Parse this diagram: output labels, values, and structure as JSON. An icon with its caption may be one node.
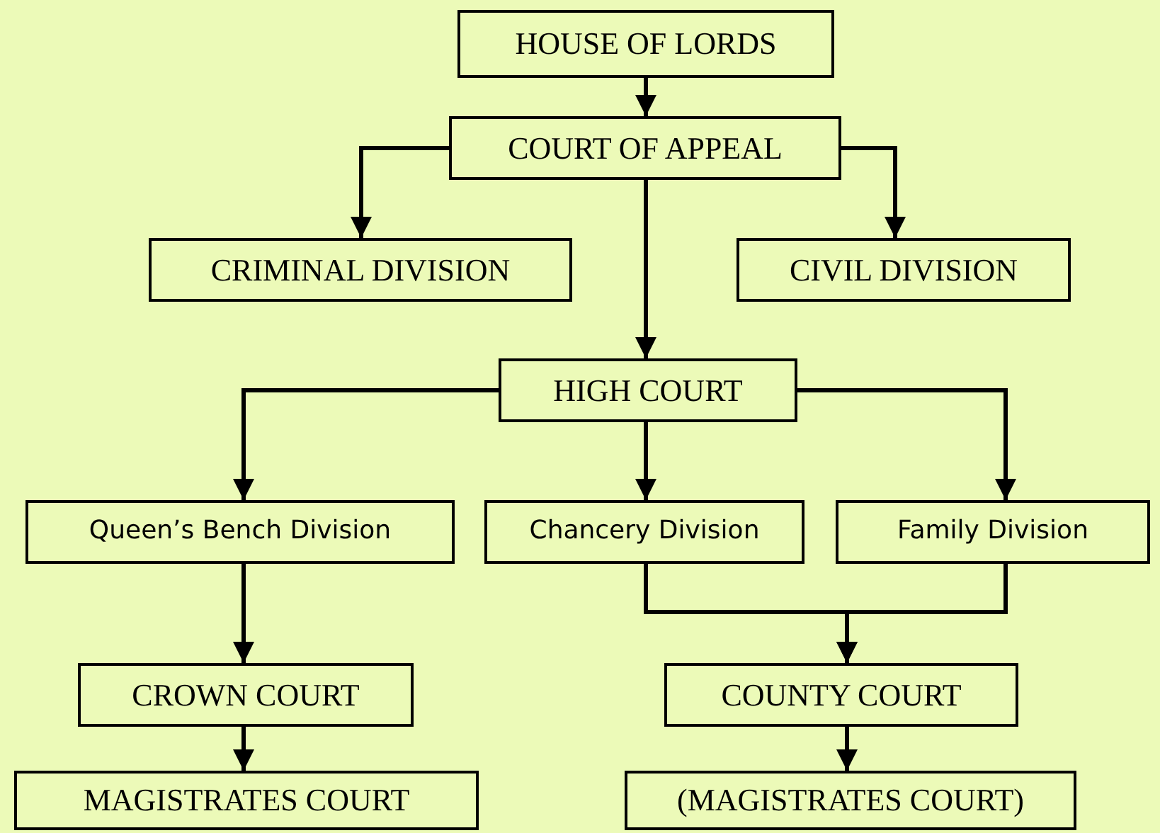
{
  "diagram": {
    "nodes": [
      {
        "text": [
          "HOUSE OF LORDS"
        ]
      },
      {
        "text": [
          "COURT OF APPEAL"
        ]
      },
      {
        "text": [
          "CRIMINAL DIVISION"
        ]
      },
      {
        "text": [
          "CIVIL DIVISION"
        ]
      },
      {
        "text": [
          "HIGH COURT"
        ]
      },
      {
        "text": [
          "Queen’s Bench Division"
        ]
      },
      {
        "text": [
          "Chancery Division"
        ]
      },
      {
        "text": [
          "Family Division"
        ]
      },
      {
        "text": [
          "CROWN COURT"
        ]
      },
      {
        "text": [
          "COUNTY COURT"
        ]
      },
      {
        "text": [
          "MAGISTRATES COURT"
        ]
      },
      {
        "text": [
          "(MAGISTRATES COURT)"
        ]
      }
    ],
    "edges": [
      {
        "from": 0,
        "to": 1,
        "arrow": "to"
      },
      {
        "from": 1,
        "to": 2,
        "arrow": "to"
      },
      {
        "from": 1,
        "to": 3,
        "arrow": "to"
      },
      {
        "from": 1,
        "to": 4,
        "arrow": "to"
      },
      {
        "from": 4,
        "to": 5,
        "arrow": "to"
      },
      {
        "from": 4,
        "to": 6,
        "arrow": "to"
      },
      {
        "from": 4,
        "to": 7,
        "arrow": "to"
      },
      {
        "from": 5,
        "to": 8,
        "arrow": "to"
      },
      {
        "from": 6,
        "to": 9,
        "arrow": "to"
      },
      {
        "from": 7,
        "to": 9,
        "arrow": "to"
      },
      {
        "from": 8,
        "to": 10,
        "arrow": "to"
      },
      {
        "from": 9,
        "to": 11,
        "arrow": "to"
      }
    ]
  }
}
